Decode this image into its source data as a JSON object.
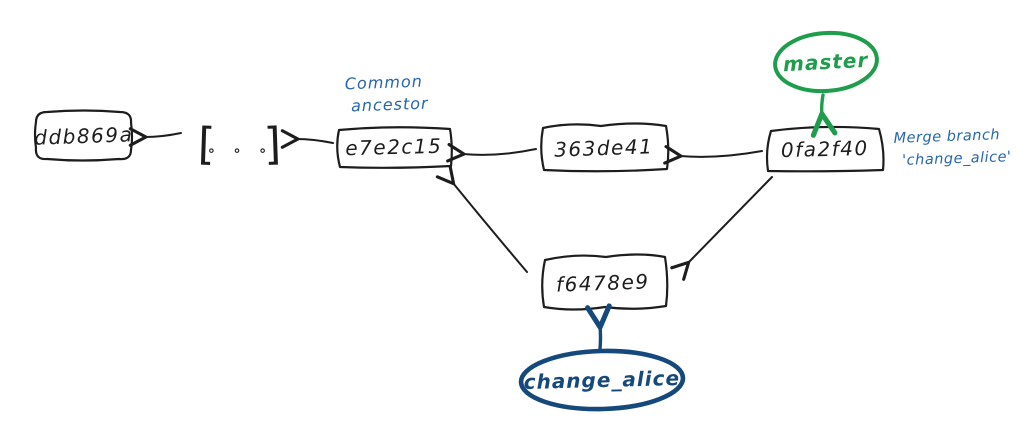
{
  "colors": {
    "ink": "#1d1d1d",
    "green": "#1e9e4c",
    "navy": "#15497c",
    "blue": "#2766ab",
    "bg": "#ffffff"
  },
  "commits": {
    "ddb869a": {
      "label": "ddb869a"
    },
    "older": {
      "bracket_left": "[",
      "dots": "∘ ∘ ∘",
      "bracket_right": "]"
    },
    "e7e2c15": {
      "label": "e7e2c15"
    },
    "363de41": {
      "label": "363de41"
    },
    "0fa2f40": {
      "label": "0fa2f40"
    },
    "f6478e9": {
      "label": "f6478e9"
    }
  },
  "branches": {
    "master": {
      "label": "master"
    },
    "change_alice": {
      "label": "change_alice"
    }
  },
  "annotations": {
    "common_ancestor": {
      "line1": "Common",
      "line2": "ancestor"
    },
    "merge_note": {
      "line1": "Merge branch",
      "line2": "'change_alice'"
    }
  }
}
